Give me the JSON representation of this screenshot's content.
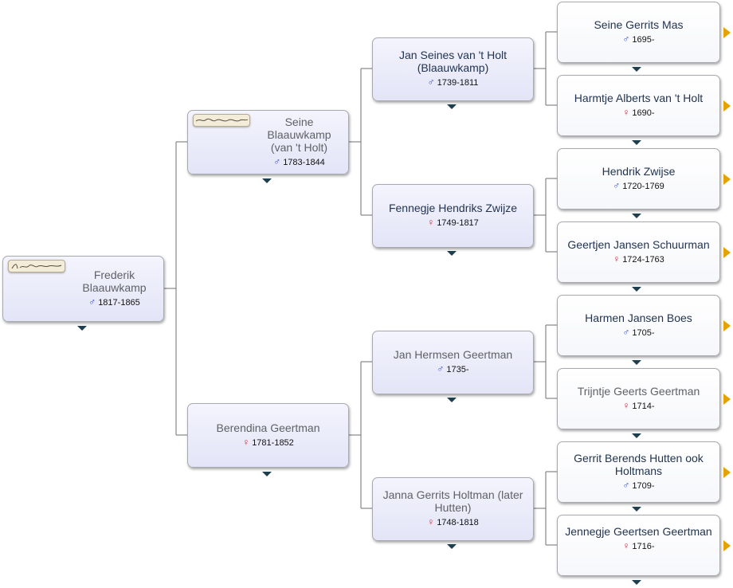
{
  "colors": {
    "accent": "#e5a300",
    "male": "#2d4bc4",
    "female": "#d2263a",
    "expand": "#1d3f50"
  },
  "icons": {
    "male": "♂",
    "female": "♀",
    "expand_down": "triangle-down-icon",
    "more_ancestors": "triangle-right-icon"
  },
  "people": {
    "p1": {
      "name": "Frederik Blaauwkamp",
      "sex": "male",
      "dates": "1817-1865"
    },
    "p2": {
      "name": "Seine Blaauwkamp (van 't Holt)",
      "sex": "male",
      "dates": "1783-1844"
    },
    "p3": {
      "name": "Berendina Geertman",
      "sex": "female",
      "dates": "1781-1852"
    },
    "p4": {
      "name": "Jan Seines van 't Holt (Blaauwkamp)",
      "sex": "male",
      "dates": "1739-1811"
    },
    "p5": {
      "name": "Fennegje Hendriks Zwijze",
      "sex": "female",
      "dates": "1749-1817"
    },
    "p6": {
      "name": "Jan Hermsen Geertman",
      "sex": "male",
      "dates": "1735-"
    },
    "p7": {
      "name": "Janna Gerrits Holtman (later Hutten)",
      "sex": "female",
      "dates": "1748-1818"
    },
    "p8": {
      "name": "Seine Gerrits Mas",
      "sex": "male",
      "dates": "1695-"
    },
    "p9": {
      "name": "Harmtje Alberts van 't Holt",
      "sex": "female",
      "dates": "1690-"
    },
    "p10": {
      "name": "Hendrik Zwijse",
      "sex": "male",
      "dates": "1720-1769"
    },
    "p11": {
      "name": "Geertjen Jansen Schuurman",
      "sex": "female",
      "dates": "1724-1763"
    },
    "p12": {
      "name": "Harmen Jansen Boes",
      "sex": "male",
      "dates": "1705-"
    },
    "p13": {
      "name": "Trijntje Geerts Geertman",
      "sex": "female",
      "dates": "1714-"
    },
    "p14": {
      "name": "Gerrit Berends Hutten ook Holtmans",
      "sex": "male",
      "dates": "1709-"
    },
    "p15": {
      "name": "Jennegje Geertsen Geertman",
      "sex": "female",
      "dates": "1716-"
    }
  }
}
